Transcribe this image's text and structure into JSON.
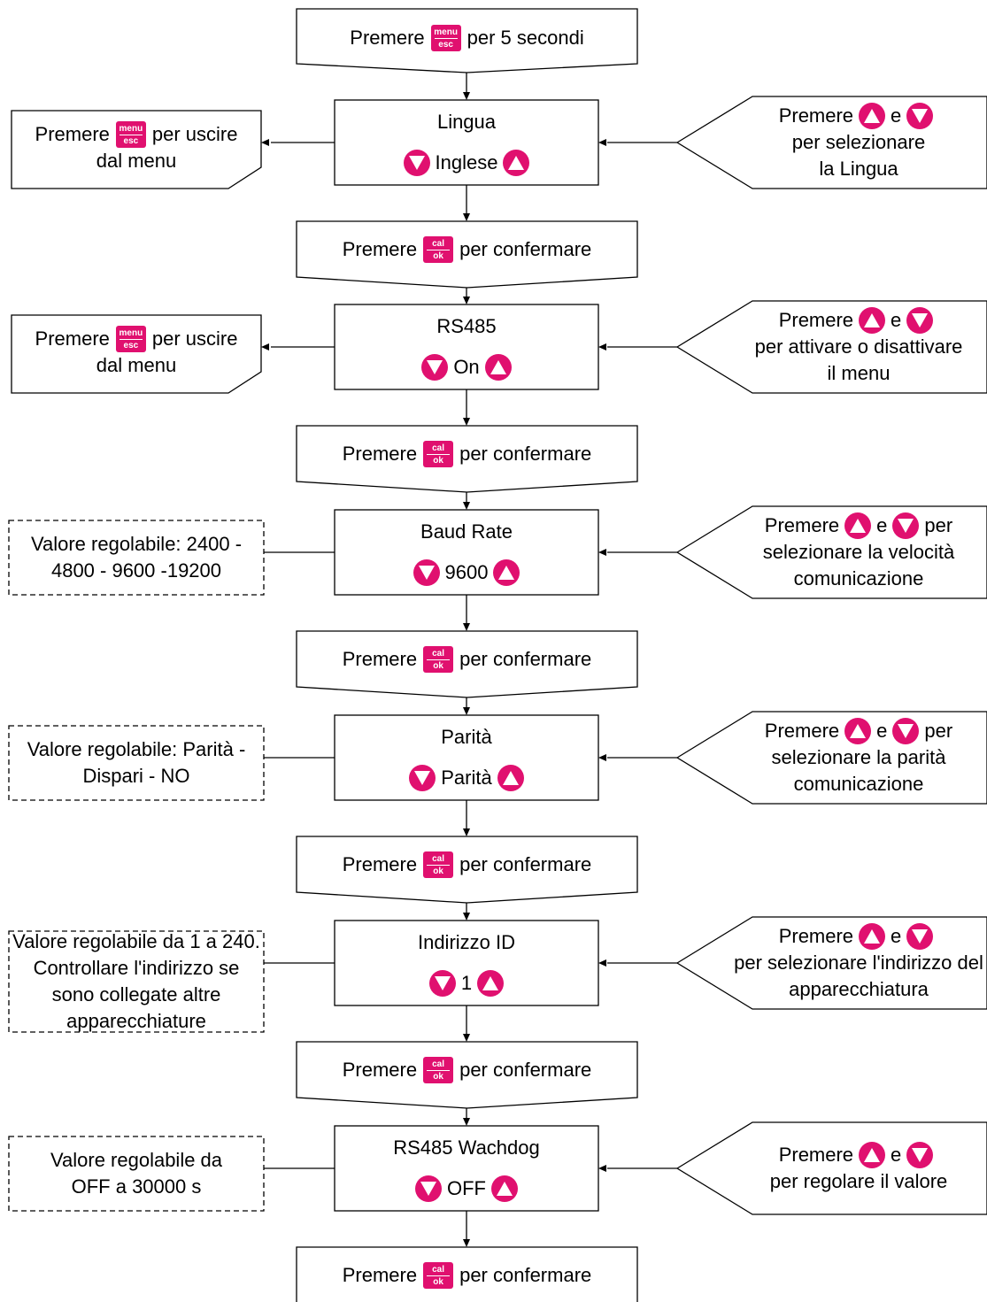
{
  "flow": {
    "start": {
      "before": "Premere",
      "key": [
        "menu",
        "esc"
      ],
      "after": "per 5 secondi"
    },
    "steps": [
      {
        "title": "Lingua",
        "value": "Inglese",
        "confirm": {
          "before": "Premere",
          "key": [
            "cal",
            "ok"
          ],
          "after": "per confermare"
        },
        "left": {
          "kind": "exit",
          "line1_before": "Premere",
          "key": [
            "menu",
            "esc"
          ],
          "line1_after": "per uscire",
          "line2": "dal menu"
        },
        "right": {
          "before": "Premere",
          "mid": "e",
          "after": "",
          "line2": "per selezionare",
          "line3": "la Lingua"
        }
      },
      {
        "title": "RS485",
        "value": "On",
        "confirm": {
          "before": "Premere",
          "key": [
            "cal",
            "ok"
          ],
          "after": "per confermare"
        },
        "left": {
          "kind": "exit",
          "line1_before": "Premere",
          "key": [
            "menu",
            "esc"
          ],
          "line1_after": "per uscire",
          "line2": "dal menu"
        },
        "right": {
          "before": "Premere",
          "mid": "e",
          "after": "",
          "line2": "per attivare o disattivare",
          "line3": "il menu"
        }
      },
      {
        "title": "Baud Rate",
        "value": "9600",
        "confirm": {
          "before": "Premere",
          "key": [
            "cal",
            "ok"
          ],
          "after": "per confermare"
        },
        "left": {
          "kind": "note",
          "lines": [
            "Valore regolabile: 2400 -",
            "4800 - 9600 -19200"
          ]
        },
        "right": {
          "before": "Premere",
          "mid": "e",
          "after": "per",
          "line2": "selezionare la velocità",
          "line3": "comunicazione"
        }
      },
      {
        "title": "Parità",
        "value": "Parità",
        "confirm": {
          "before": "Premere",
          "key": [
            "cal",
            "ok"
          ],
          "after": "per confermare"
        },
        "left": {
          "kind": "note",
          "lines": [
            "Valore regolabile: Parità -",
            "Dispari - NO"
          ]
        },
        "right": {
          "before": "Premere",
          "mid": "e",
          "after": "per",
          "line2": "selezionare la parità",
          "line3": "comunicazione"
        }
      },
      {
        "title": "Indirizzo ID",
        "value": "1",
        "confirm": {
          "before": "Premere",
          "key": [
            "cal",
            "ok"
          ],
          "after": "per confermare"
        },
        "left": {
          "kind": "note",
          "lines": [
            "Valore regolabile da 1 a 240.",
            "Controllare l'indirizzo se",
            "sono collegate altre",
            "apparecchiature"
          ]
        },
        "right": {
          "before": "Premere",
          "mid": "e",
          "after": "",
          "line2": "per selezionare l'indirizzo del",
          "line3": "apparecchiatura"
        }
      },
      {
        "title": "RS485 Wachdog",
        "value": "OFF",
        "confirm": {
          "before": "Premere",
          "key": [
            "cal",
            "ok"
          ],
          "after": "per confermare"
        },
        "left": {
          "kind": "note",
          "lines": [
            "Valore regolabile da",
            "OFF a 30000 s"
          ]
        },
        "right": {
          "before": "Premere",
          "mid": "e",
          "after": "",
          "line2": "per regolare il valore",
          "line3": ""
        }
      }
    ]
  },
  "icons": {
    "key": "keypad-button-icon",
    "up": "up-arrow-icon",
    "down": "down-arrow-icon"
  },
  "colors": {
    "accent": "#e0106f",
    "line": "#000000",
    "background": "#ffffff"
  }
}
